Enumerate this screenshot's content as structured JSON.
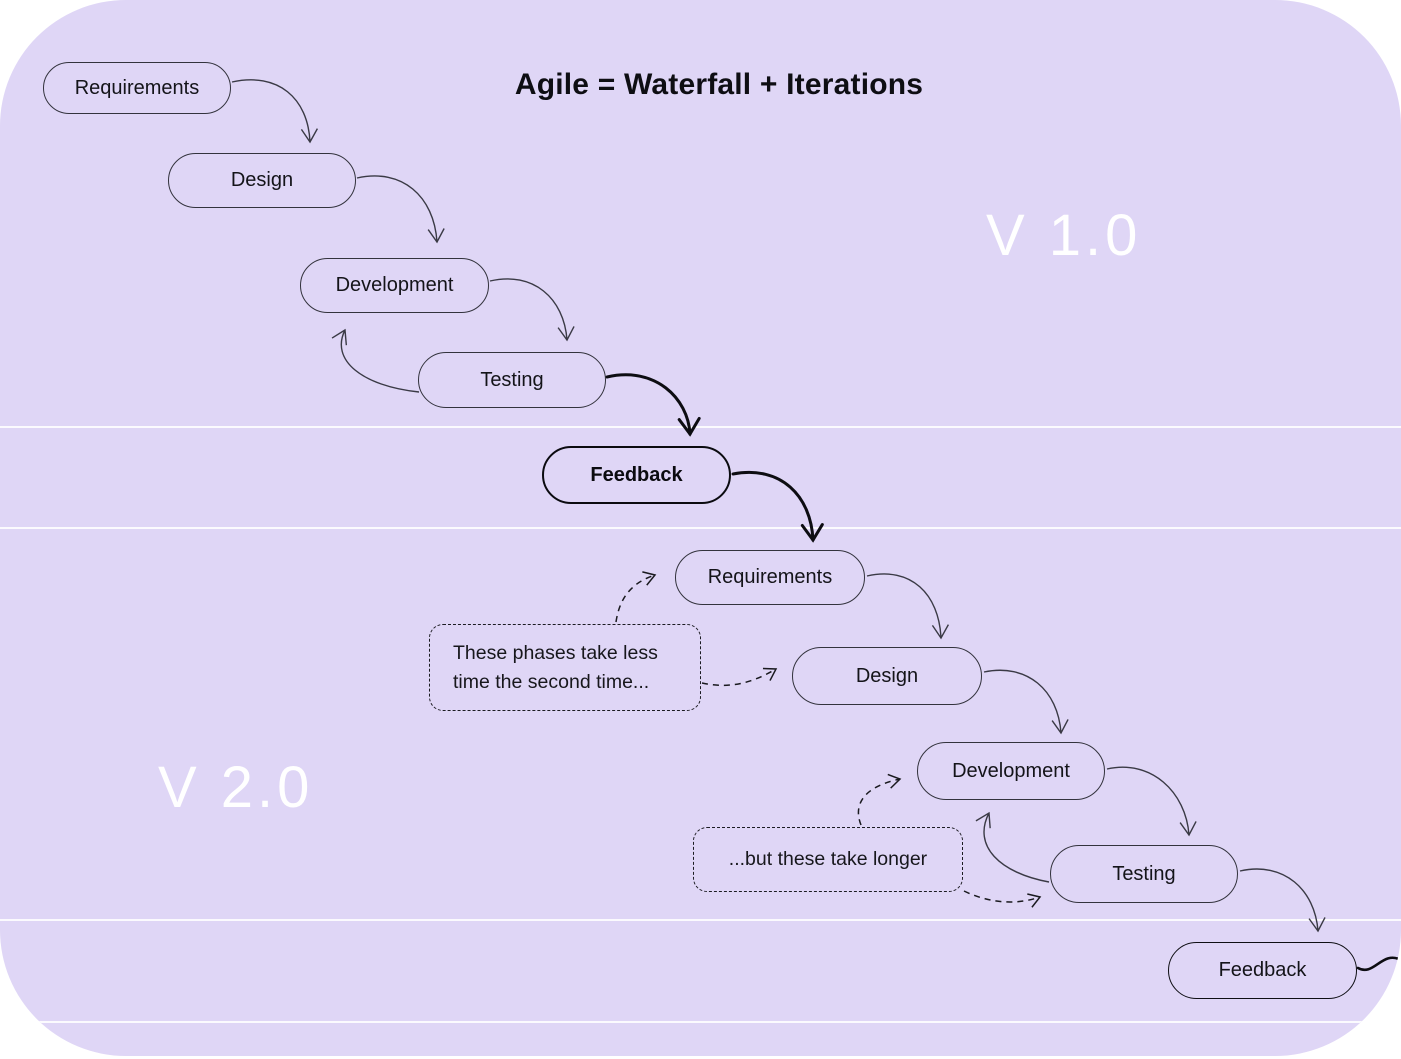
{
  "title": "Agile = Waterfall + Iterations",
  "versions": {
    "v1": "V 1.0",
    "v2": "V 2.0"
  },
  "flow_v1": {
    "nodes": [
      {
        "label": "Requirements"
      },
      {
        "label": "Design"
      },
      {
        "label": "Development"
      },
      {
        "label": "Testing"
      },
      {
        "label": "Feedback"
      }
    ]
  },
  "flow_v2": {
    "nodes": [
      {
        "label": "Requirements"
      },
      {
        "label": "Design"
      },
      {
        "label": "Development"
      },
      {
        "label": "Testing"
      },
      {
        "label": "Feedback"
      }
    ]
  },
  "annotations": [
    {
      "text": "These phases take less time the second time..."
    },
    {
      "text": "...but these take longer"
    }
  ],
  "colors": {
    "card_background": "#dfd6f6",
    "divider": "#fbfafe",
    "node_border": "#33333d",
    "node_text": "#141419",
    "emphasis_border": "#0b0b10",
    "thin_arrow": "#3a3a45",
    "thick_arrow": "#0d0d12",
    "dashed_arrow": "#1a1a1f",
    "version_text": "#ffffff"
  }
}
